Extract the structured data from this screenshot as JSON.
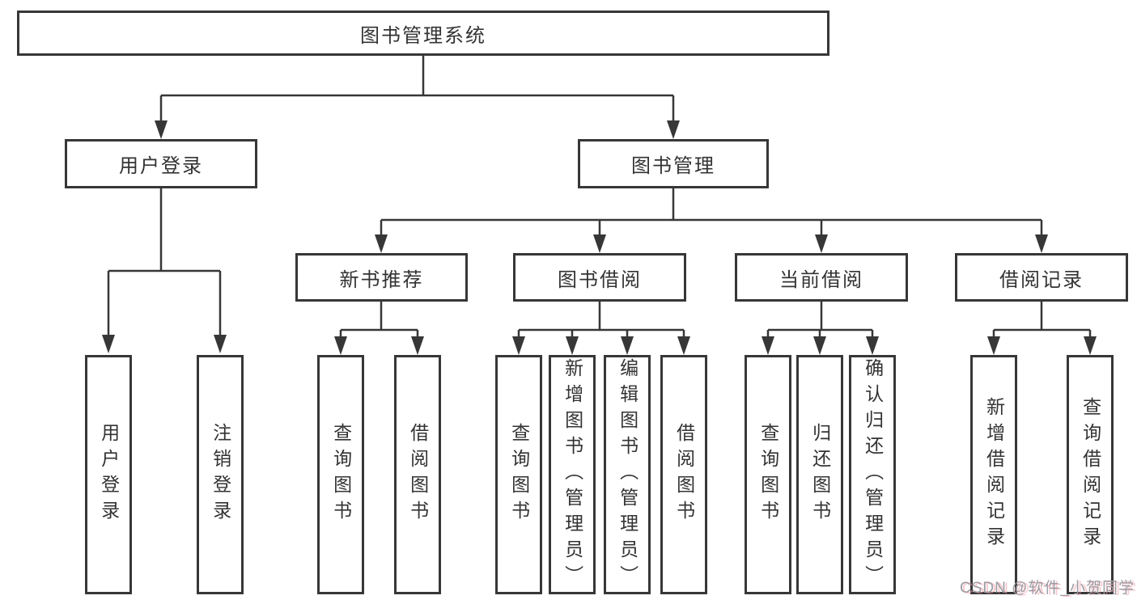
{
  "diagram": {
    "title": "图书管理系统",
    "root": {
      "label": "图书管理系统"
    },
    "level2": [
      {
        "label": "用户登录",
        "children": [
          "用户登录",
          "注销登录"
        ]
      },
      {
        "label": "图书管理",
        "children": [
          {
            "label": "新书推荐",
            "children": [
              "查询图书",
              "借阅图书"
            ]
          },
          {
            "label": "图书借阅",
            "children": [
              "查询图书",
              "新增图书（管理员）",
              "编辑图书（管理员）",
              "借阅图书"
            ]
          },
          {
            "label": "当前借阅",
            "children": [
              "查询图书",
              "归还图书",
              "确认归还（管理员）"
            ]
          },
          {
            "label": "借阅记录",
            "children": [
              "新增借阅记录",
              "查询借阅记录"
            ]
          }
        ]
      }
    ]
  },
  "watermark": {
    "text": "CSDN @软件_小贺同学"
  },
  "colors": {
    "line": "#373737",
    "text": "#333333",
    "background": "#ffffff",
    "watermark_gray": "#9b9ba3",
    "watermark_pink": "#f398a0"
  }
}
